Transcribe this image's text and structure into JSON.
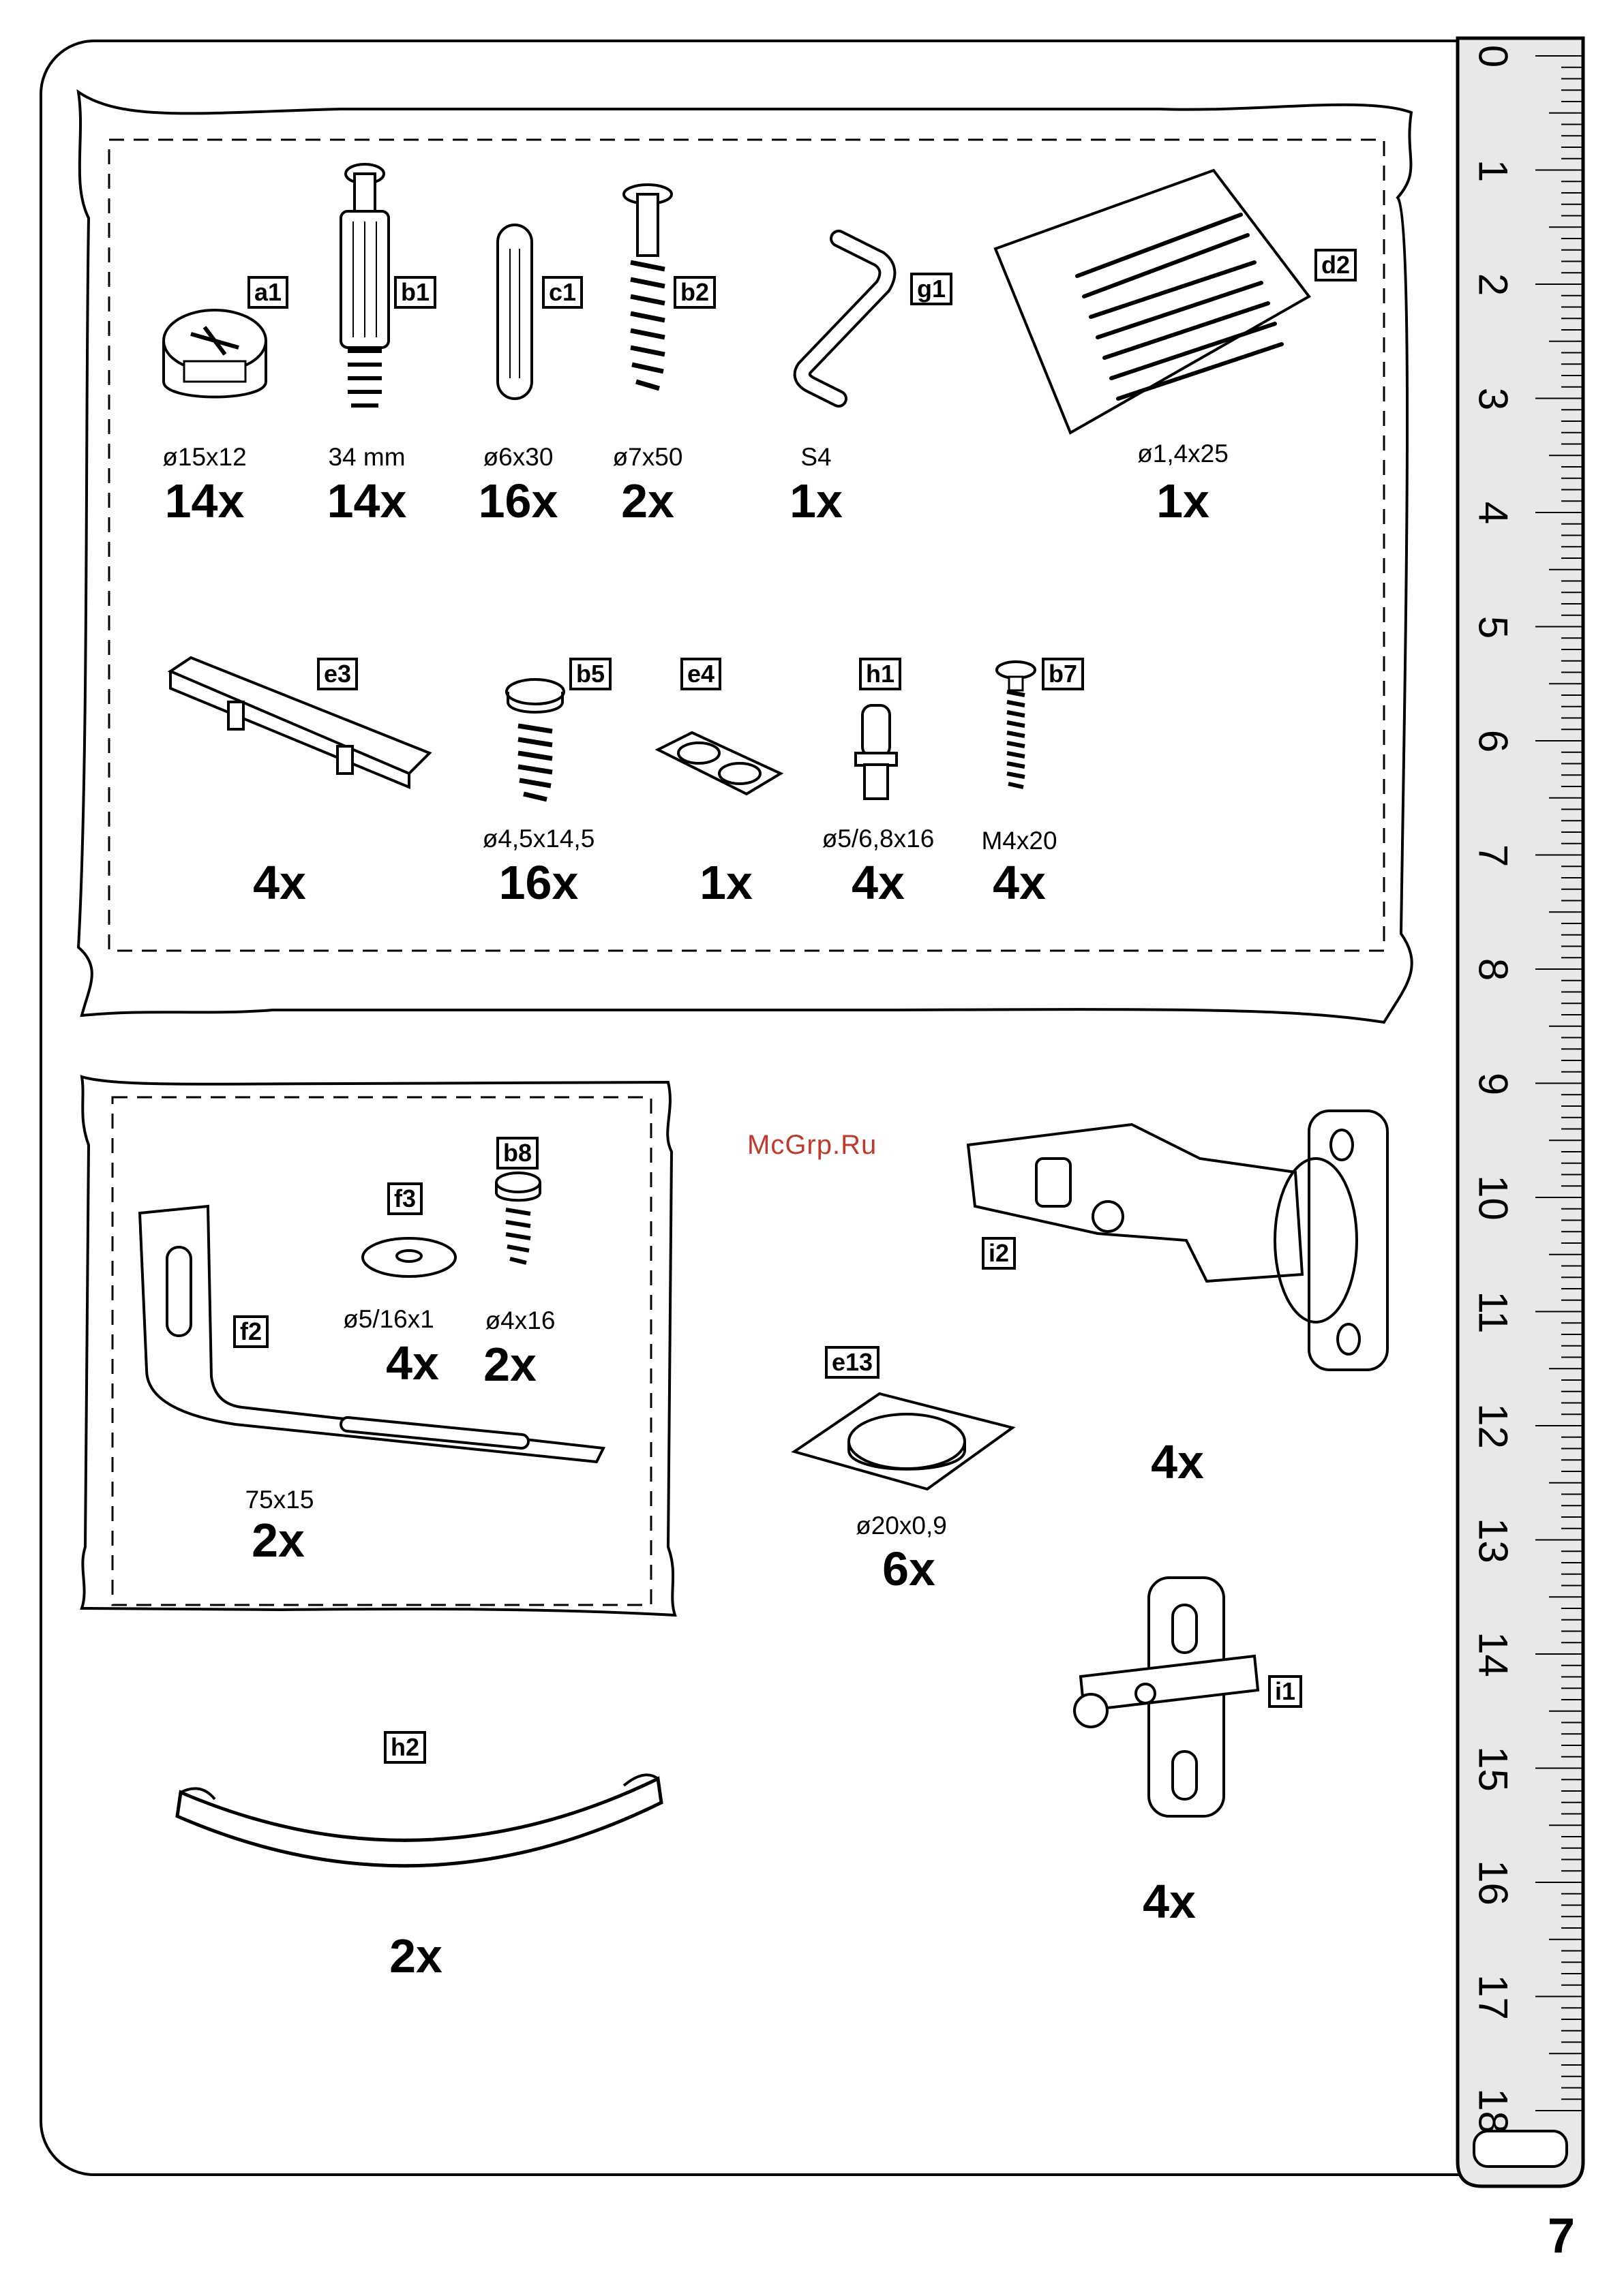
{
  "watermark": "McGrp.Ru",
  "page_number": "7",
  "ruler": {
    "numbers": [
      "0",
      "1",
      "2",
      "3",
      "4",
      "5",
      "6",
      "7",
      "8",
      "9",
      "10",
      "11",
      "12",
      "13",
      "14",
      "15",
      "16",
      "17",
      "18"
    ]
  },
  "parts": {
    "a1": {
      "label": "a1",
      "size": "ø15x12",
      "qty": "14x"
    },
    "b1": {
      "label": "b1",
      "size": "34 mm",
      "qty": "14x"
    },
    "c1": {
      "label": "c1",
      "size": "ø6x30",
      "qty": "16x"
    },
    "b2": {
      "label": "b2",
      "size": "ø7x50",
      "qty": "2x"
    },
    "g1": {
      "label": "g1",
      "size": "S4",
      "qty": "1x"
    },
    "d2": {
      "label": "d2",
      "size": "ø1,4x25",
      "qty": "1x"
    },
    "e3": {
      "label": "e3",
      "qty": "4x"
    },
    "b5": {
      "label": "b5",
      "size": "ø4,5x14,5",
      "qty": "16x"
    },
    "e4": {
      "label": "e4",
      "qty": "1x"
    },
    "h1": {
      "label": "h1",
      "size": "ø5/6,8x16",
      "qty": "4x"
    },
    "b7": {
      "label": "b7",
      "size": "M4x20",
      "qty": "4x"
    },
    "f2": {
      "label": "f2",
      "size": "75x15",
      "qty": "2x"
    },
    "f3": {
      "label": "f3",
      "size": "ø5/16x1",
      "qty": "4x"
    },
    "b8": {
      "label": "b8",
      "size": "ø4x16",
      "qty": "2x"
    },
    "i2": {
      "label": "i2",
      "qty": "4x"
    },
    "e13": {
      "label": "e13",
      "size": "ø20x0,9",
      "qty": "6x"
    },
    "i1": {
      "label": "i1",
      "qty": "4x"
    },
    "h2": {
      "label": "h2",
      "qty": "2x"
    }
  }
}
